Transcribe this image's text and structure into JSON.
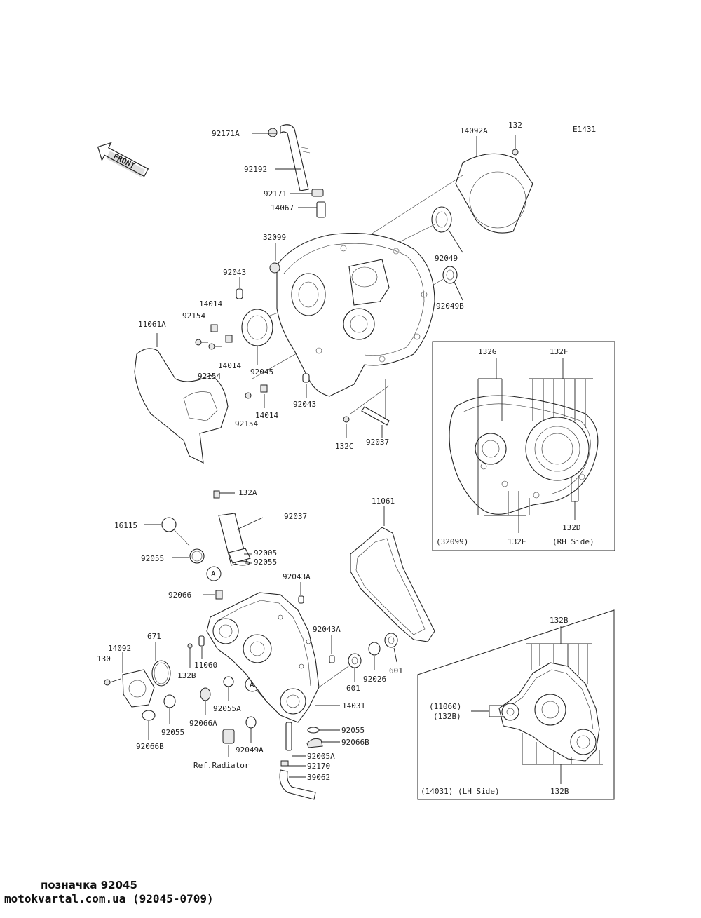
{
  "diagram_code": "E1431",
  "front_label": "FRONT",
  "footer": {
    "title": "позначка 92045",
    "site": "motokvartal.com.ua (92045-0709)"
  },
  "upper_labels": [
    {
      "id": "u1",
      "text": "92171A"
    },
    {
      "id": "u2",
      "text": "92192"
    },
    {
      "id": "u3",
      "text": "92171"
    },
    {
      "id": "u4",
      "text": "14067"
    },
    {
      "id": "u5",
      "text": "14092A"
    },
    {
      "id": "u6",
      "text": "132"
    },
    {
      "id": "u7",
      "text": "32099"
    },
    {
      "id": "u8",
      "text": "92049"
    },
    {
      "id": "u9",
      "text": "92049B"
    },
    {
      "id": "u10",
      "text": "92043"
    },
    {
      "id": "u11",
      "text": "14014"
    },
    {
      "id": "u12",
      "text": "92154"
    },
    {
      "id": "u13",
      "text": "11061A"
    },
    {
      "id": "u14",
      "text": "14014"
    },
    {
      "id": "u15",
      "text": "92154"
    },
    {
      "id": "u16",
      "text": "92045"
    },
    {
      "id": "u17",
      "text": "92043"
    },
    {
      "id": "u18",
      "text": "14014"
    },
    {
      "id": "u19",
      "text": "92154"
    },
    {
      "id": "u20",
      "text": "132C"
    },
    {
      "id": "u21",
      "text": "92037"
    }
  ],
  "rh_box": {
    "labels": [
      {
        "id": "r1",
        "text": "132G"
      },
      {
        "id": "r2",
        "text": "132F"
      },
      {
        "id": "r3",
        "text": "132D"
      },
      {
        "id": "r4",
        "text": "(32099)"
      },
      {
        "id": "r5",
        "text": "132E"
      },
      {
        "id": "r6",
        "text": "(RH Side)"
      }
    ]
  },
  "lower_labels": [
    {
      "id": "l1",
      "text": "132A"
    },
    {
      "id": "l2",
      "text": "92037"
    },
    {
      "id": "l3",
      "text": "16115"
    },
    {
      "id": "l4",
      "text": "92005"
    },
    {
      "id": "l5",
      "text": "92055"
    },
    {
      "id": "l6",
      "text": "92055"
    },
    {
      "id": "l7",
      "text": "11061"
    },
    {
      "id": "l8",
      "text": "92043A"
    },
    {
      "id": "l9",
      "text": "92066"
    },
    {
      "id": "l10",
      "text": "92043A"
    },
    {
      "id": "l11",
      "text": "671"
    },
    {
      "id": "l12",
      "text": "14092"
    },
    {
      "id": "l13",
      "text": "130"
    },
    {
      "id": "l14",
      "text": "11060"
    },
    {
      "id": "l15",
      "text": "132B"
    },
    {
      "id": "l16",
      "text": "601"
    },
    {
      "id": "l17",
      "text": "92026"
    },
    {
      "id": "l18",
      "text": "601"
    },
    {
      "id": "l19",
      "text": "14031"
    },
    {
      "id": "l20",
      "text": "92055A"
    },
    {
      "id": "l21",
      "text": "92055"
    },
    {
      "id": "l22",
      "text": "92066A"
    },
    {
      "id": "l23",
      "text": "92055"
    },
    {
      "id": "l24",
      "text": "92066B"
    },
    {
      "id": "l25",
      "text": "92066B"
    },
    {
      "id": "l26",
      "text": "92049A"
    },
    {
      "id": "l27",
      "text": "92005A"
    },
    {
      "id": "l28",
      "text": "Ref.Radiator"
    },
    {
      "id": "l29",
      "text": "92170"
    },
    {
      "id": "l30",
      "text": "39062"
    }
  ],
  "callout_marks": [
    "A",
    "A"
  ],
  "lh_box": {
    "labels": [
      {
        "id": "h1",
        "text": "132B"
      },
      {
        "id": "h2",
        "text": "(11060)"
      },
      {
        "id": "h3",
        "text": "(132B)"
      },
      {
        "id": "h4",
        "text": "(14031) (LH Side)"
      },
      {
        "id": "h5",
        "text": "132B"
      }
    ]
  }
}
